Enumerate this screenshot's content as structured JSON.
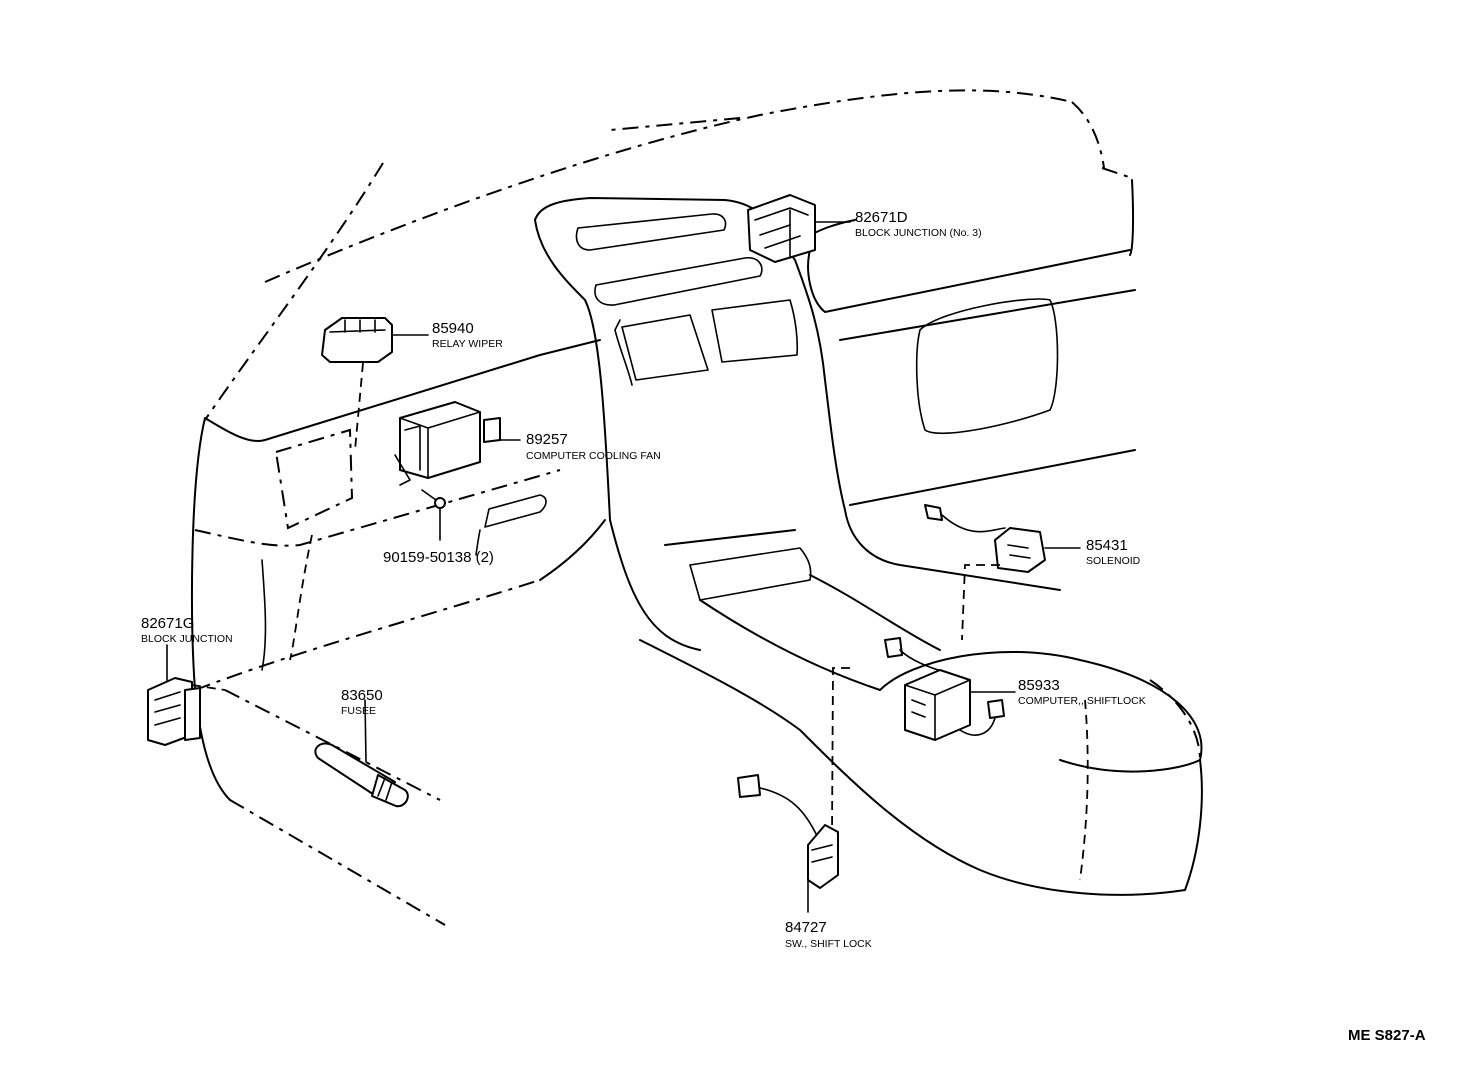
{
  "diagram": {
    "reference_code": "ME S827-A",
    "parts": [
      {
        "id": "82671D",
        "name": "BLOCK JUNCTION (No. 3)"
      },
      {
        "id": "85940",
        "name": "RELAY WIPER"
      },
      {
        "id": "89257",
        "name": "COMPUTER COOLING FAN"
      },
      {
        "id": "90159-50138 (2)",
        "name": ""
      },
      {
        "id": "85431",
        "name": "SOLENOID"
      },
      {
        "id": "82671G",
        "name": "BLOCK JUNCTION"
      },
      {
        "id": "83650",
        "name": "FUSEE"
      },
      {
        "id": "85933",
        "name": "COMPUTER,, SHIFTLOCK"
      },
      {
        "id": "84727",
        "name": "SW., SHIFT LOCK"
      }
    ]
  }
}
